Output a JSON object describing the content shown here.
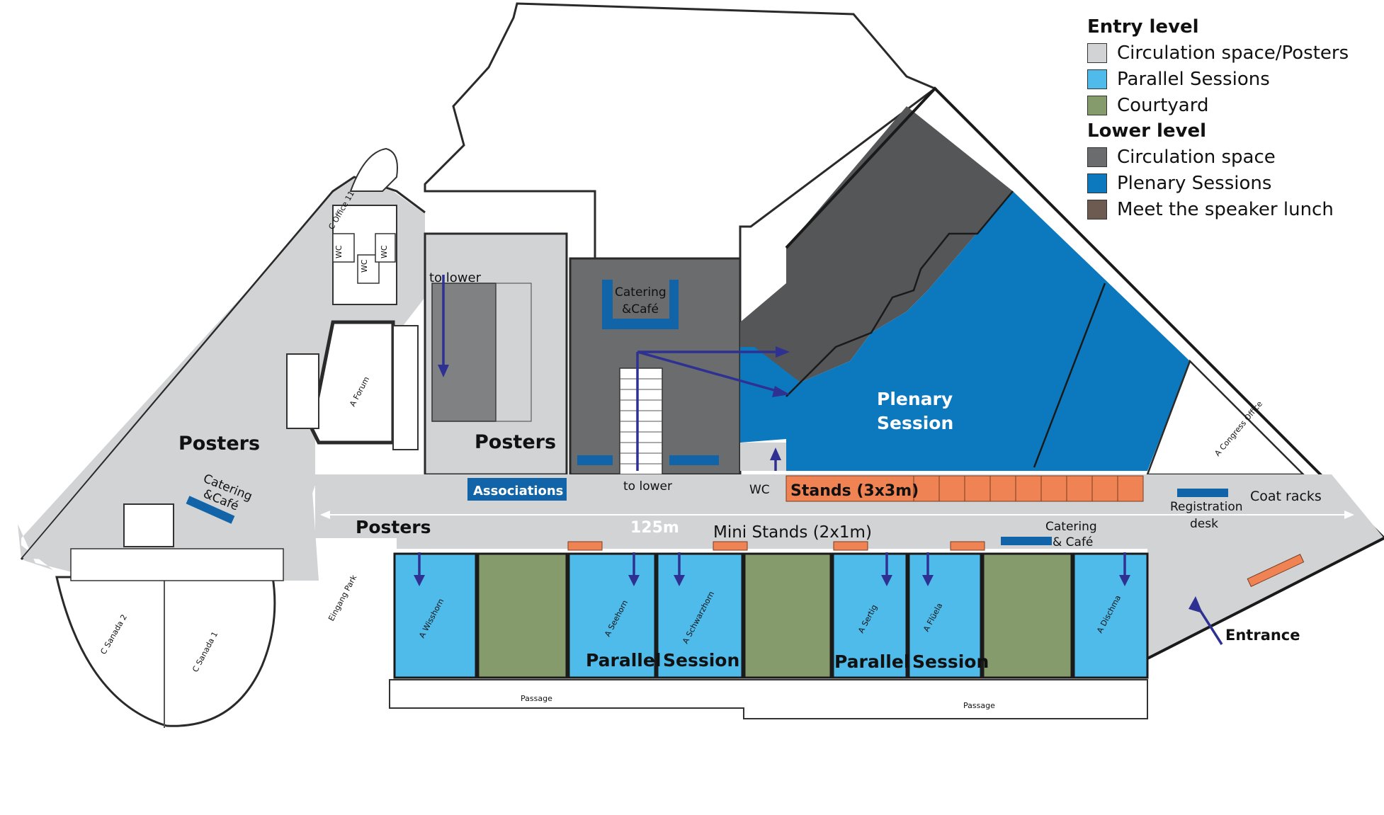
{
  "colors": {
    "circulation_entry": "#d2d3d5",
    "parallel": "#4fbbea",
    "courtyard": "#859b6c",
    "circulation_lower": "#6b6c6e",
    "circulation_lower_dark": "#555658",
    "plenary": "#0c79bf",
    "meet_speaker": "#6d5b52",
    "stands": "#ef8354",
    "catering_blue": "#1164a8",
    "arrow": "#2e3192"
  },
  "legend": {
    "entry_title": "Entry level",
    "entry_items": [
      {
        "label": "Circulation space/Posters",
        "color": "#d2d3d5"
      },
      {
        "label": "Parallel Sessions",
        "color": "#4fbbea"
      },
      {
        "label": "Courtyard",
        "color": "#859b6c"
      }
    ],
    "lower_title": "Lower level",
    "lower_items": [
      {
        "label": "Circulation space",
        "color": "#6b6c6e"
      },
      {
        "label": "Plenary Sessions",
        "color": "#0c79bf"
      },
      {
        "label": "Meet the speaker lunch",
        "color": "#6d5b52"
      }
    ]
  },
  "labels": {
    "posters_left": "Posters",
    "posters_center": "Posters",
    "posters_corridor": "Posters",
    "catering_left_1": "Catering",
    "catering_left_2": "&Café",
    "catering_center_1": "Catering",
    "catering_center_2": "&Café",
    "catering_right_1": "Catering",
    "catering_right_2": "& Café",
    "to_lower_1": "to lower",
    "to_lower_2": "to lower",
    "wc": "WC",
    "associations": "Associations",
    "stands": "Stands (3x3m)",
    "mini_stands": "Mini Stands (2x1m)",
    "distance": "125m",
    "plenary_1": "Plenary",
    "plenary_2": "Session",
    "coat_racks": "Coat racks",
    "registration_1": "Registration",
    "registration_2": "desk",
    "entrance": "Entrance",
    "parallel_1a": "Parallel",
    "parallel_1b": "Session",
    "parallel_2a": "Parallel",
    "parallel_2b": "Session"
  },
  "rooms": {
    "forum": "A Forum",
    "wisshorn": "A Wisshorn",
    "seehorn": "A Seehorn",
    "schwarzhorn": "A Schwarzhorn",
    "sertig": "A Sertig",
    "flueela": "A Flüela",
    "dischma": "A Dischma",
    "sanada1": "C Sanada 1",
    "sanada2": "C Sanada 2",
    "congress_office": "A Congress Office",
    "c_office": "C Office 11",
    "eingang_park": "Eingang Park",
    "passage_1": "Passage",
    "passage_2": "Passage",
    "wc_1": "WC",
    "wc_2": "WC",
    "wc_3": "WC"
  }
}
